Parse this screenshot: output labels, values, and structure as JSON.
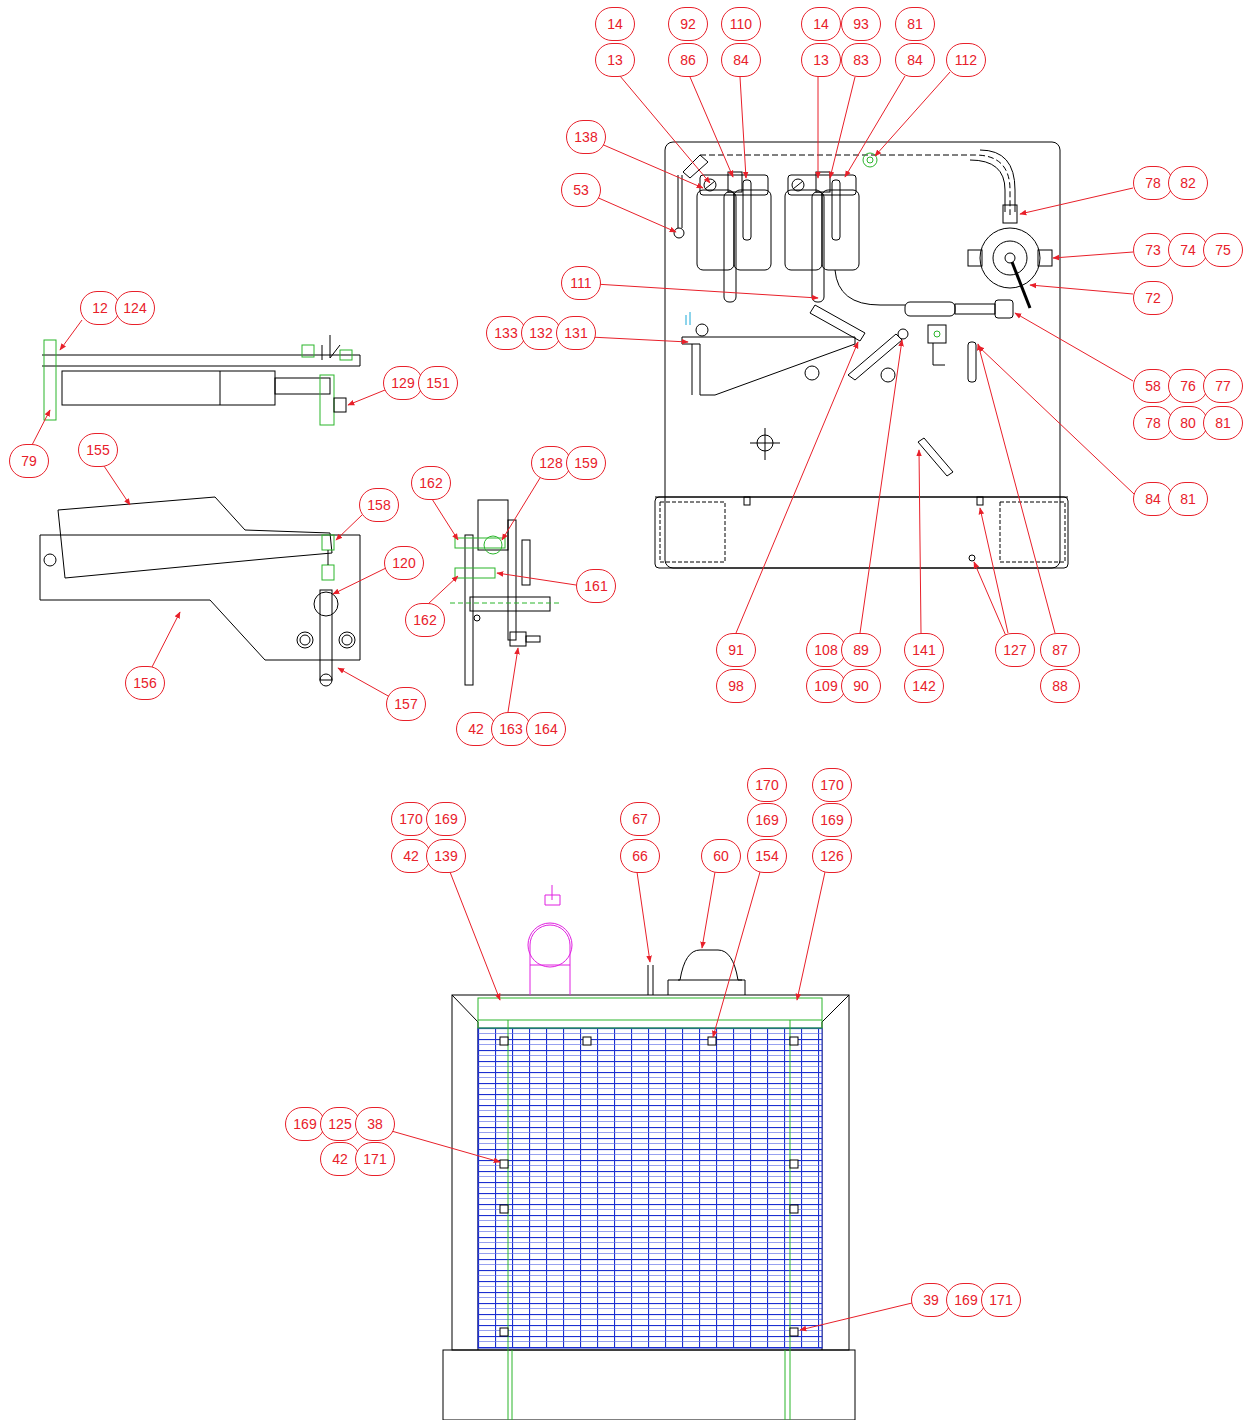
{
  "diagram": {
    "labels": [
      "14",
      "92",
      "110",
      "14",
      "93",
      "81",
      "13",
      "86",
      "84",
      "13",
      "83",
      "84",
      "112",
      "138",
      "78",
      "82",
      "53",
      "73",
      "74",
      "75",
      "111",
      "72",
      "12",
      "124",
      "133",
      "132",
      "131",
      "129",
      "151",
      "58",
      "76",
      "77",
      "78",
      "80",
      "81",
      "155",
      "79",
      "162",
      "128",
      "159",
      "84",
      "81",
      "158",
      "120",
      "161",
      "162",
      "91",
      "108",
      "89",
      "141",
      "127",
      "87",
      "156",
      "98",
      "109",
      "90",
      "142",
      "88",
      "157",
      "42",
      "163",
      "164",
      "170",
      "170",
      "170",
      "169",
      "67",
      "169",
      "169",
      "42",
      "139",
      "66",
      "60",
      "154",
      "126",
      "169",
      "125",
      "38",
      "42",
      "171",
      "39",
      "169",
      "171"
    ]
  }
}
